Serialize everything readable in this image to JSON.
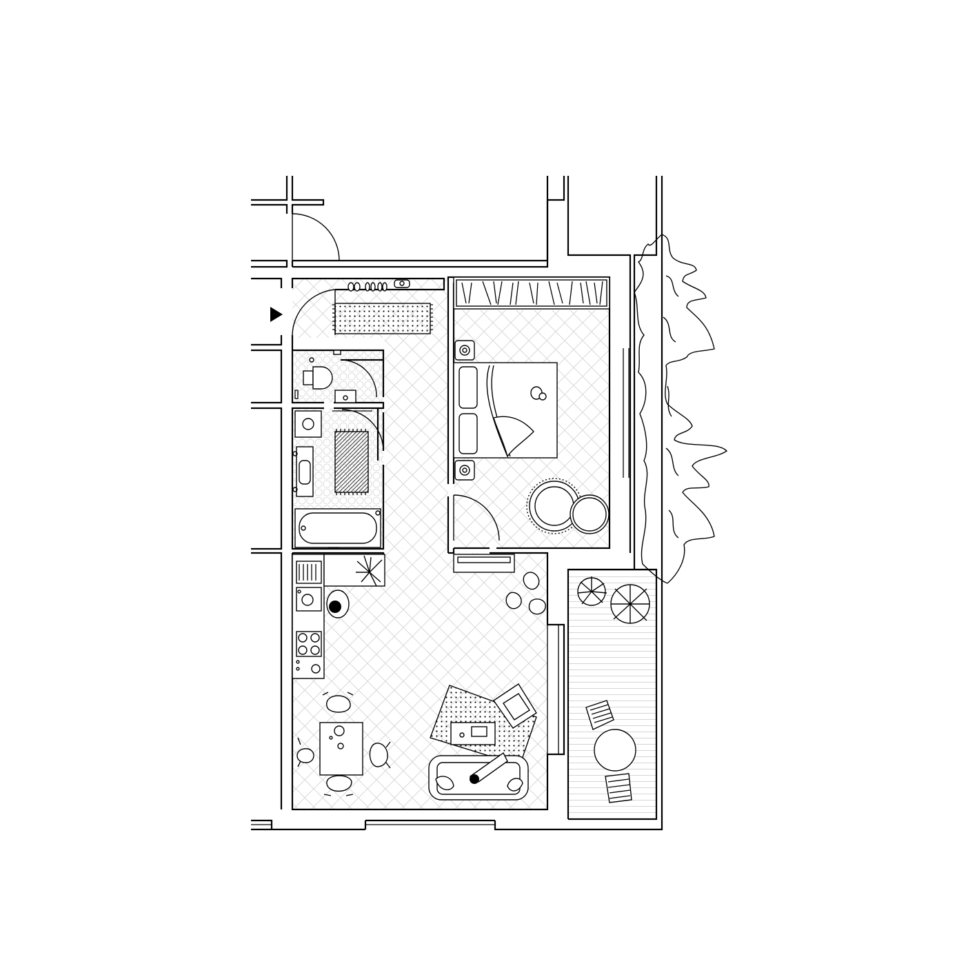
{
  "plan": {
    "type": "apartment floor plan",
    "style": "black line drawing on white",
    "colors": {
      "line": "#000000",
      "background": "#ffffff",
      "floor_pattern": "#dcdcdc"
    },
    "entrance_marker": "triangle-arrow-icon",
    "rooms": [
      {
        "id": "hallway",
        "items": [
          "shoe-rack-icon",
          "doormat-icon",
          "wall-sink-icon"
        ]
      },
      {
        "id": "wc",
        "items": [
          "toilet-icon",
          "wash-basin-icon"
        ]
      },
      {
        "id": "bathroom",
        "items": [
          "bathtub-icon",
          "basin-icon",
          "bath-mat-icon",
          "washing-machine-icon"
        ]
      },
      {
        "id": "bedroom",
        "items": [
          "wardrobe-icon",
          "double-bed-icon",
          "nightstand-icon",
          "round-rug-icon",
          "pouf-icon",
          "cat-icon"
        ]
      },
      {
        "id": "kitchen-living",
        "items": [
          "sink-icon",
          "cooktop-icon",
          "dining-table-icon",
          "chair-icon",
          "sofa-icon",
          "armchair-icon",
          "coffee-table-icon",
          "rug-icon",
          "plant-icon",
          "person-icon"
        ]
      },
      {
        "id": "balcony",
        "items": [
          "round-table-icon",
          "chair-icon",
          "potted-plant-icon"
        ]
      },
      {
        "id": "outside",
        "items": [
          "tree-icon"
        ]
      }
    ]
  }
}
